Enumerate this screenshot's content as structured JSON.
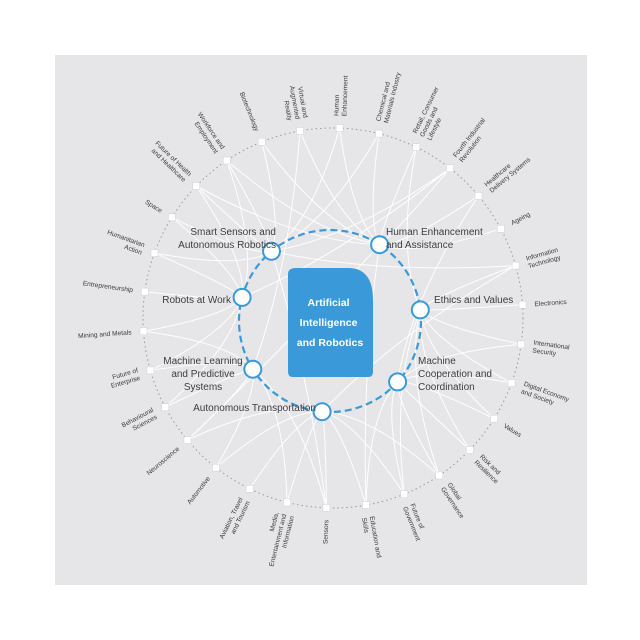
{
  "core": {
    "lines": [
      "Artificial",
      "Intelligence",
      "and Robotics"
    ]
  },
  "inner_nodes": [
    {
      "lines": [
        "Smart Sensors and",
        "Autonomous Robotics"
      ]
    },
    {
      "lines": [
        "Human Enhancement",
        "and Assistance"
      ]
    },
    {
      "lines": [
        "Ethics and Values"
      ]
    },
    {
      "lines": [
        "Machine",
        "Cooperation and",
        "Coordination"
      ]
    },
    {
      "lines": [
        "Autonomous Transportation"
      ]
    },
    {
      "lines": [
        "Machine Learning",
        "and Predictive",
        "Systems"
      ]
    },
    {
      "lines": [
        "Robots at Work"
      ]
    }
  ],
  "outer_nodes": [
    {
      "lines": [
        "Human",
        "Enhancement"
      ]
    },
    {
      "lines": [
        "Chemical and",
        "Materials Industry"
      ]
    },
    {
      "lines": [
        "Retail, Consumer",
        "Goods and",
        "Lifestyle"
      ]
    },
    {
      "lines": [
        "Fourth Industrial",
        "Revolution"
      ]
    },
    {
      "lines": [
        "Healthcare",
        "Delivery Systems"
      ]
    },
    {
      "lines": [
        "Ageing"
      ]
    },
    {
      "lines": [
        "Information",
        "Technology"
      ]
    },
    {
      "lines": [
        "Electronics"
      ]
    },
    {
      "lines": [
        "International",
        "Security"
      ]
    },
    {
      "lines": [
        "Digital Economy",
        "and Society"
      ]
    },
    {
      "lines": [
        "Values"
      ]
    },
    {
      "lines": [
        "Risk and",
        "Resilience"
      ]
    },
    {
      "lines": [
        "Global",
        "Governance"
      ]
    },
    {
      "lines": [
        "Future of",
        "Government"
      ]
    },
    {
      "lines": [
        "Education and",
        "Skills"
      ]
    },
    {
      "lines": [
        "Sensors"
      ]
    },
    {
      "lines": [
        "Media,",
        "Entertainment and",
        "Information"
      ]
    },
    {
      "lines": [
        "Aviation, Travel",
        "and Tourism"
      ]
    },
    {
      "lines": [
        "Automotive"
      ]
    },
    {
      "lines": [
        "Neuroscience"
      ]
    },
    {
      "lines": [
        "Behavioural",
        "Sciences"
      ]
    },
    {
      "lines": [
        "Future of",
        "Enterprise"
      ]
    },
    {
      "lines": [
        "Mining and Metals"
      ]
    },
    {
      "lines": [
        "Entrepreneurship"
      ]
    },
    {
      "lines": [
        "Humanitarian",
        "Action"
      ]
    },
    {
      "lines": [
        "Space"
      ]
    },
    {
      "lines": [
        "Future of Health",
        "and Healthcare"
      ]
    },
    {
      "lines": [
        "Workforce and",
        "Employment"
      ]
    },
    {
      "lines": [
        "Biotechnology"
      ]
    },
    {
      "lines": [
        "Virtual and",
        "Augmented",
        "Reality"
      ]
    }
  ],
  "links": [
    [
      0,
      0
    ],
    [
      1,
      0
    ],
    [
      28,
      0
    ],
    [
      27,
      0
    ],
    [
      26,
      0
    ],
    [
      25,
      0
    ],
    [
      24,
      0
    ],
    [
      6,
      0
    ],
    [
      15,
      0
    ],
    [
      3,
      0
    ],
    [
      0,
      1
    ],
    [
      1,
      1
    ],
    [
      2,
      1
    ],
    [
      3,
      1
    ],
    [
      4,
      1
    ],
    [
      5,
      1
    ],
    [
      27,
      1
    ],
    [
      28,
      1
    ],
    [
      29,
      1
    ],
    [
      26,
      1
    ],
    [
      14,
      1
    ],
    [
      19,
      1
    ],
    [
      6,
      2
    ],
    [
      7,
      2
    ],
    [
      8,
      2
    ],
    [
      9,
      2
    ],
    [
      10,
      2
    ],
    [
      11,
      2
    ],
    [
      12,
      2
    ],
    [
      2,
      2
    ],
    [
      13,
      2
    ],
    [
      9,
      3
    ],
    [
      10,
      3
    ],
    [
      11,
      3
    ],
    [
      12,
      3
    ],
    [
      13,
      3
    ],
    [
      14,
      3
    ],
    [
      8,
      3
    ],
    [
      4,
      3
    ],
    [
      14,
      4
    ],
    [
      15,
      4
    ],
    [
      16,
      4
    ],
    [
      17,
      4
    ],
    [
      18,
      4
    ],
    [
      12,
      4
    ],
    [
      13,
      4
    ],
    [
      19,
      4
    ],
    [
      6,
      4
    ],
    [
      19,
      5
    ],
    [
      20,
      5
    ],
    [
      21,
      5
    ],
    [
      22,
      5
    ],
    [
      18,
      5
    ],
    [
      16,
      5
    ],
    [
      15,
      5
    ],
    [
      29,
      5
    ],
    [
      21,
      6
    ],
    [
      22,
      6
    ],
    [
      23,
      6
    ],
    [
      24,
      6
    ],
    [
      25,
      6
    ],
    [
      26,
      6
    ],
    [
      27,
      6
    ],
    [
      3,
      6
    ],
    [
      20,
      6
    ]
  ],
  "colors": {
    "panel": "#e6e6e8",
    "core": "#3a9ad9",
    "dashed_ring": "#3a9ad9",
    "links": "#ffffff",
    "outer_ring": "#9a9a9a",
    "outer_node": "#ffffff",
    "text": "#3a3a3a"
  }
}
